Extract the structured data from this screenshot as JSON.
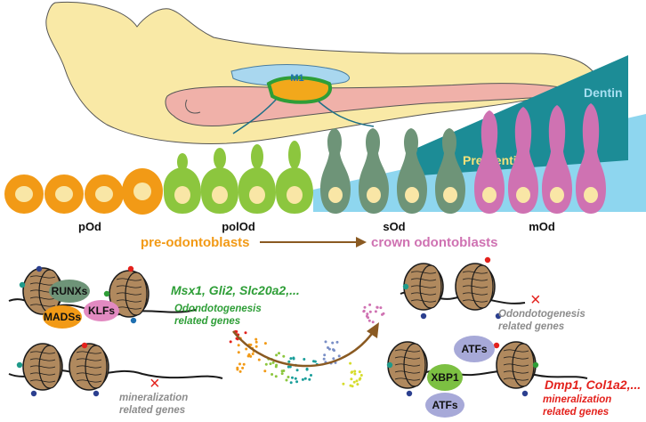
{
  "tooth": {
    "label": "M1"
  },
  "layers": {
    "dentin": "Dentin",
    "predentin": "Pre-dentin"
  },
  "cell_stages": [
    {
      "label": "pOd",
      "color": "#f29a16"
    },
    {
      "label": "polOd",
      "color": "#8cc63e"
    },
    {
      "label": "sOd",
      "color": "#6e9478"
    },
    {
      "label": "mOd",
      "color": "#cf72b2"
    }
  ],
  "transition": {
    "from": "pre-odontoblasts",
    "to": "crown odontoblasts"
  },
  "left_top": {
    "factors": [
      "RUNXs",
      "MADSs",
      "KLFs"
    ],
    "genes": "Msx1, Gli2, Slc20a2,...",
    "note_line1": "Odondotogenesis",
    "note_line2": "related genes"
  },
  "left_bottom": {
    "note_line1": "mineralization",
    "note_line2": "related genes",
    "mark": "×"
  },
  "right_top": {
    "note_line1": "Odondotogenesis",
    "note_line2": "related genes",
    "mark": "×"
  },
  "right_bottom": {
    "factors": [
      "ATFs",
      "XBP1",
      "ATFs"
    ],
    "genes": "Dmp1, Col1a2,...",
    "note_line1": "mineralization",
    "note_line2": "related genes"
  },
  "colors": {
    "jaw": "#f9e9a6",
    "root": "#f0b1a9",
    "dentin": "#1c8c96",
    "predentin": "#8ed6ef",
    "nucleus": "#f9e6a6",
    "nucleosome": "#b0895e",
    "green_text": "#2e9e37",
    "red_text": "#e3211c",
    "gray_text": "#8c8c8c",
    "orange_text": "#f29a16",
    "pink_text": "#cf72b2",
    "arrow": "#8a5a22"
  }
}
